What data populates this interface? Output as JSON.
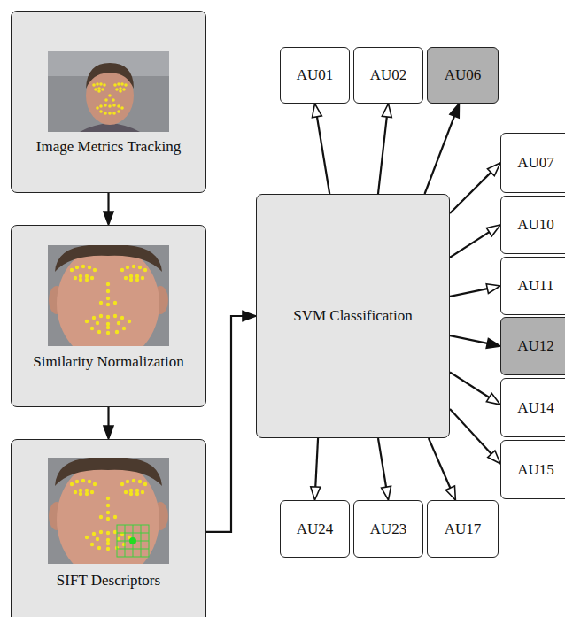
{
  "diagram": {
    "nodes": [
      {
        "text": [
          "Image Metrics Tracking"
        ]
      },
      {
        "text": [
          "Similarity Normalization"
        ]
      },
      {
        "text": [
          "SIFT Descriptors"
        ]
      },
      {
        "text": [
          "SVM Classification"
        ]
      },
      {
        "text": [
          "AU01"
        ]
      },
      {
        "text": [
          "AU02"
        ]
      },
      {
        "text": [
          "AU06"
        ]
      },
      {
        "text": [
          "AU07"
        ]
      },
      {
        "text": [
          "AU10"
        ]
      },
      {
        "text": [
          "AU11"
        ]
      },
      {
        "text": [
          "AU12"
        ]
      },
      {
        "text": [
          "AU14"
        ]
      },
      {
        "text": [
          "AU15"
        ]
      },
      {
        "text": [
          "AU24"
        ]
      },
      {
        "text": [
          "AU23"
        ]
      },
      {
        "text": [
          "AU17"
        ]
      }
    ],
    "edges": [
      {
        "from": 0,
        "to": 1,
        "arrow": "to"
      },
      {
        "from": 1,
        "to": 2,
        "arrow": "to"
      },
      {
        "from": 2,
        "to": 3,
        "arrow": "to"
      },
      {
        "from": 3,
        "to": 4,
        "arrow": "to"
      },
      {
        "from": 3,
        "to": 5,
        "arrow": "to"
      },
      {
        "from": 3,
        "to": 6,
        "arrow": "to"
      },
      {
        "from": 3,
        "to": 7,
        "arrow": "to"
      },
      {
        "from": 3,
        "to": 8,
        "arrow": "to"
      },
      {
        "from": 3,
        "to": 9,
        "arrow": "to"
      },
      {
        "from": 3,
        "to": 10,
        "arrow": "to"
      },
      {
        "from": 3,
        "to": 11,
        "arrow": "to"
      },
      {
        "from": 3,
        "to": 12,
        "arrow": "to"
      },
      {
        "from": 3,
        "to": 13,
        "arrow": "to"
      },
      {
        "from": 3,
        "to": 14,
        "arrow": "to"
      },
      {
        "from": 3,
        "to": 15,
        "arrow": "to"
      }
    ]
  }
}
